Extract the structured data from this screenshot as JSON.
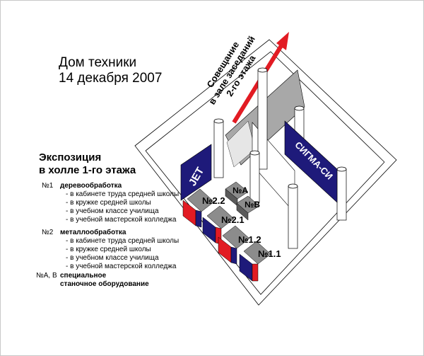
{
  "title": {
    "line1": "Дом техники",
    "line2": "14 декабря 2007"
  },
  "meeting_label": {
    "line1": "Совещание",
    "line2": "в зале заседаний",
    "line3": "2-го этажа"
  },
  "exposition": {
    "line1": "Экспозиция",
    "line2": "в холле 1-го этажа"
  },
  "banners": {
    "jet": "JET",
    "sigma": "СИГМА-СИ"
  },
  "stand_labels": {
    "s22": "№2.2",
    "s21": "№2.1",
    "s12": "№1.2",
    "s11": "№1.1",
    "sA": "№A",
    "sB": "№B"
  },
  "legend": {
    "group1": {
      "number": "№1",
      "name": "деревообработка",
      "items": [
        "- в кабинете труда средней школы",
        "- в кружке средней школы",
        "- в учебном классе училища",
        "- в учебной мастерской колледжа"
      ]
    },
    "group2": {
      "number": "№2",
      "name": "металлообработка",
      "items": [
        "- в кабинете труда средней школы",
        "- в кружке средней школы",
        "- в учебном классе училища",
        "- в учебной мастерской колледжа"
      ]
    },
    "group3": {
      "number": "№A, B",
      "name_line1": "специальное",
      "name_line2": "станочное оборудование"
    }
  },
  "colors": {
    "banner_blue": "#1e1a7a",
    "stand_red": "#e21b23",
    "stand_gray": "#8c8c8c",
    "arrow_red": "#e21b23",
    "wall_gray": "#a8a8a8"
  }
}
